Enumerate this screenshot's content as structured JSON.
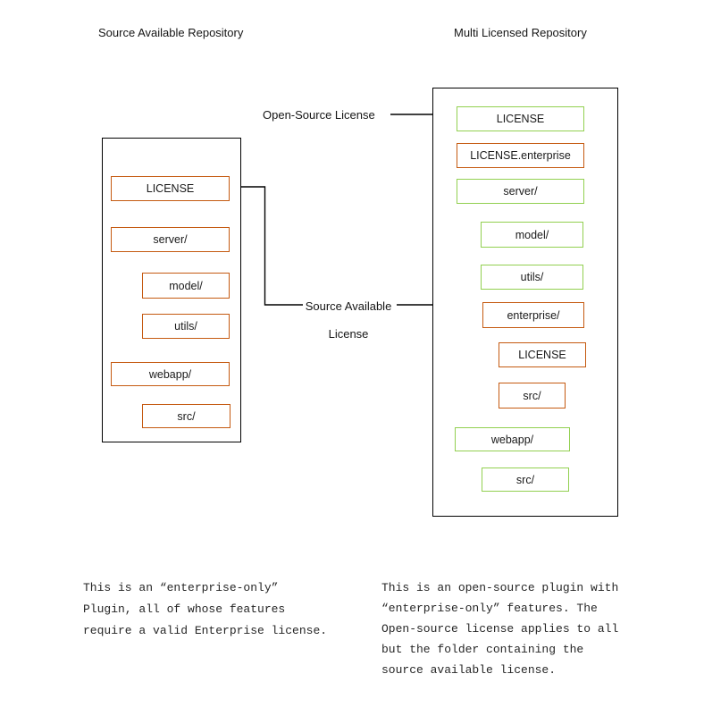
{
  "titles": {
    "left": "Source Available Repository",
    "right": "Multi Licensed Repository"
  },
  "connectors": {
    "open_source_label": "Open-Source License",
    "source_available_label": "Source Available\nLicense"
  },
  "left_repo": {
    "items": [
      {
        "label": "LICENSE",
        "license": "source-available"
      },
      {
        "label": "server/",
        "license": "source-available"
      },
      {
        "label": "model/",
        "license": "source-available"
      },
      {
        "label": "utils/",
        "license": "source-available"
      },
      {
        "label": "webapp/",
        "license": "source-available"
      },
      {
        "label": "src/",
        "license": "source-available"
      }
    ]
  },
  "right_repo": {
    "items": [
      {
        "label": "LICENSE",
        "license": "open-source"
      },
      {
        "label": "LICENSE.enterprise",
        "license": "source-available"
      },
      {
        "label": "server/",
        "license": "open-source"
      },
      {
        "label": "model/",
        "license": "open-source"
      },
      {
        "label": "utils/",
        "license": "open-source"
      },
      {
        "label": "enterprise/",
        "license": "source-available"
      },
      {
        "label": "LICENSE",
        "license": "source-available"
      },
      {
        "label": "src/",
        "license": "source-available"
      },
      {
        "label": "webapp/",
        "license": "open-source"
      },
      {
        "label": "src/",
        "license": "open-source"
      }
    ]
  },
  "captions": {
    "left": "This is an “enterprise-only”\nPlugin, all of whose features\nrequire a valid Enterprise license.",
    "right": "This is an open-source plugin with\n“enterprise-only” features. The\nOpen-source license applies to all\nbut the folder containing the\nsource available license."
  },
  "colors": {
    "source_available_border": "#C55A11",
    "open_source_border": "#92D050",
    "line": "#000000"
  }
}
